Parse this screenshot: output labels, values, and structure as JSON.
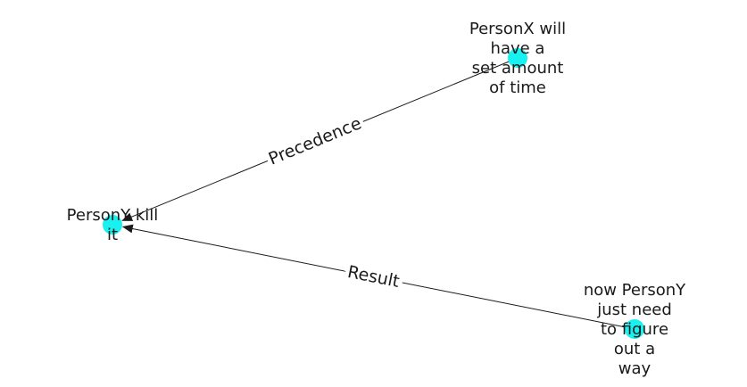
{
  "graph": {
    "node_color": "#19f0f0",
    "edge_color": "#1a1a1a",
    "nodes": [
      {
        "id": "n1",
        "label_lines": [
          "PersonX will",
          "have a",
          "set amount",
          "of time"
        ]
      },
      {
        "id": "n2",
        "label_lines": [
          "PersonY kill",
          "it"
        ]
      },
      {
        "id": "n3",
        "label_lines": [
          "now PersonY",
          "just need",
          "to figure",
          "out a",
          "way"
        ]
      }
    ],
    "edges": [
      {
        "from": "n1",
        "to": "n2",
        "label": "Precedence"
      },
      {
        "from": "n3",
        "to": "n2",
        "label": "Result"
      }
    ]
  }
}
